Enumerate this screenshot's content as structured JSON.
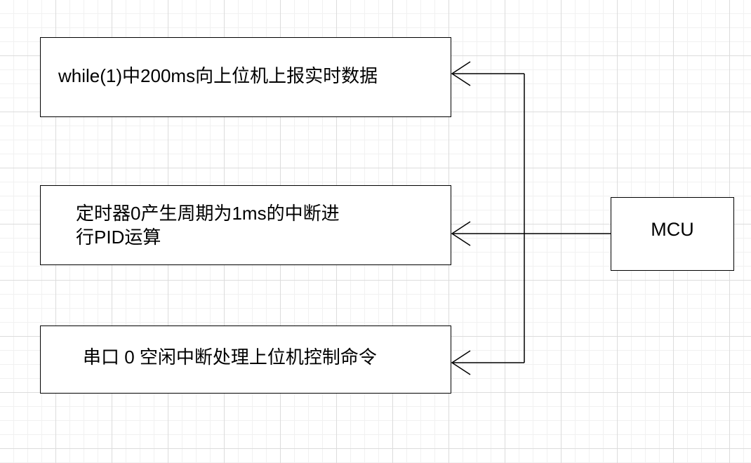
{
  "nodes": {
    "while_box": {
      "text": "while(1)中200ms向上位机上报实时数据"
    },
    "timer_box": {
      "text": "定时器0产生周期为1ms的中断进\n行PID运算"
    },
    "uart_box": {
      "text": "串口 0 空闲中断处理上位机控制命令"
    },
    "mcu_box": {
      "text": "MCU"
    }
  },
  "edges": [
    {
      "from": "MCU",
      "to": "while(1)中200ms向上位机上报实时数据",
      "arrow": "open"
    },
    {
      "from": "MCU",
      "to": "定时器0产生周期为1ms的中断进\n行PID运算",
      "arrow": "open"
    },
    {
      "from": "MCU",
      "to": "串口 0 空闲中断处理上位机控制命令",
      "arrow": "open"
    }
  ],
  "colors": {
    "line": "#000000",
    "background": "#ffffff",
    "grid": "#dcdcdc"
  }
}
